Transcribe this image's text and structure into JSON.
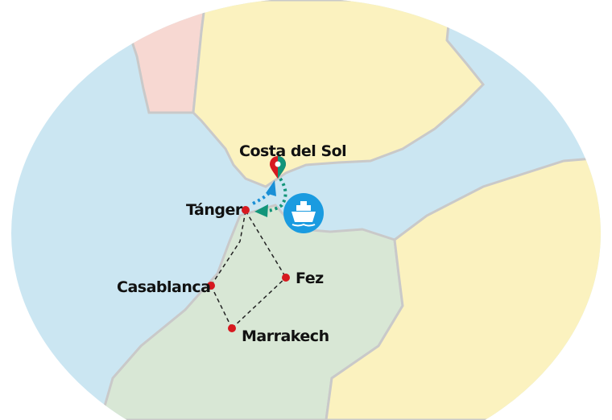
{
  "colors": {
    "sea": "#cbe6f2",
    "spain": "#fbf2bf",
    "portugal": "#f7d8d2",
    "morocco": "#d8e7d5",
    "algeria": "#fbf2bf",
    "border": "#c9c9c9",
    "city": "#d7191f",
    "route_blue": "#1a8fd6",
    "route_green": "#12957a",
    "ferry": "#1a9be0"
  },
  "cities": [
    {
      "name": "Costa del Sol",
      "marker": "map-pin-icon"
    },
    {
      "name": "Tánger",
      "marker": "dot"
    },
    {
      "name": "Casablanca",
      "marker": "dot"
    },
    {
      "name": "Fez",
      "marker": "dot"
    },
    {
      "name": "Marrakech",
      "marker": "dot"
    }
  ],
  "ferry_icon": "ship-icon"
}
